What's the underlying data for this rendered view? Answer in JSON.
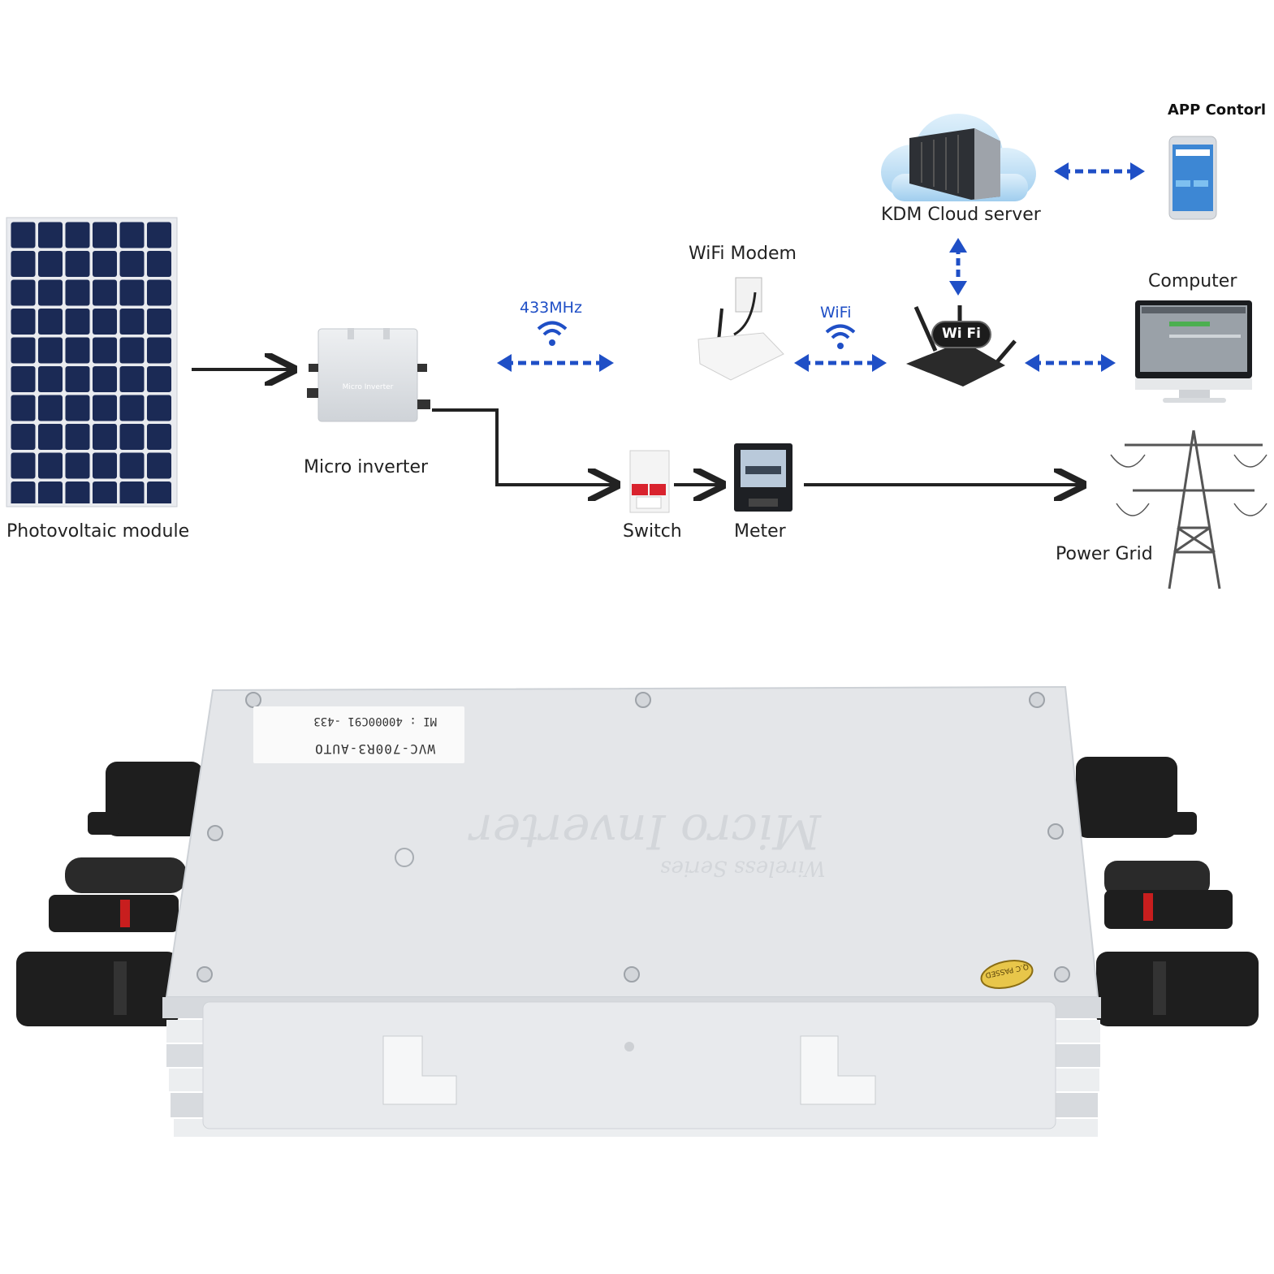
{
  "diagram": {
    "nodes": {
      "pv_module": "Photovoltaic module",
      "micro_inverter": "Micro inverter",
      "wifi_modem": "WiFi Modem",
      "cloud_server": "KDM Cloud server",
      "app_control": "APP Contorl",
      "computer": "Computer",
      "switch": "Switch",
      "meter": "Meter",
      "power_grid": "Power Grid"
    },
    "links": {
      "rf": "433MHz",
      "wifi": "WiFi"
    },
    "router_badge": "Wi Fi",
    "inverter_tag": "Micro Inverter"
  },
  "product": {
    "label_line1": "MI : 40000C91 -433",
    "label_line2": "WVC-700R3-AUTO",
    "embossed_title": "Micro Inverter",
    "embossed_subtitle": "Wireless Series",
    "qc_sticker": "Q.C PASSED"
  },
  "colors": {
    "arrow_blue": "#1f4fc6",
    "panel_cell": "#1b2a55",
    "housing": "#e3e5e8",
    "connector": "#1e1e1e"
  }
}
